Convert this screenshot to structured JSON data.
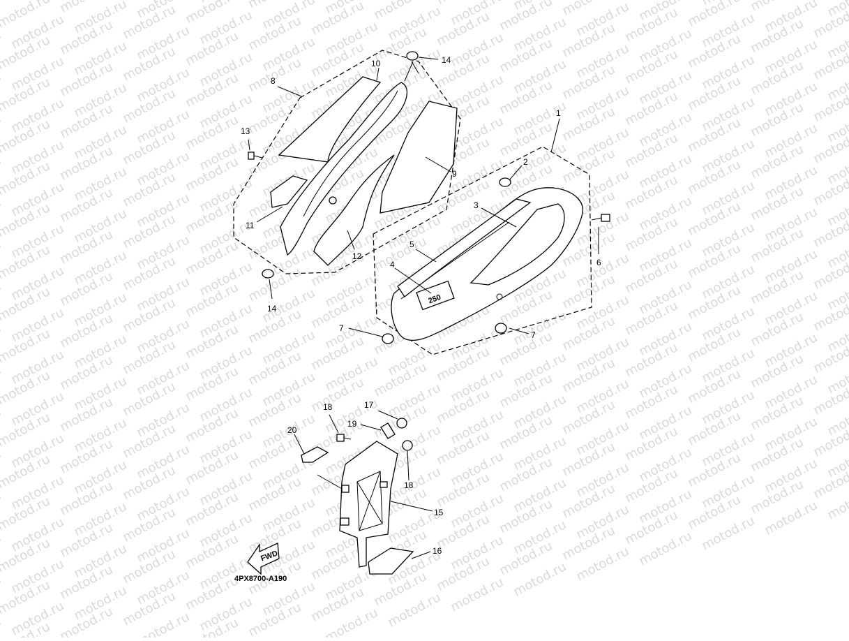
{
  "watermark": "motod.ru",
  "diagram_code": "4PX8700-A190",
  "fwd_label": "FWD",
  "emblem_text": "250",
  "callouts": {
    "c1": "1",
    "c2": "2",
    "c3": "3",
    "c4": "4",
    "c5": "5",
    "c6": "6",
    "c7a": "7",
    "c7b": "7",
    "c8": "8",
    "c9": "9",
    "c10": "10",
    "c11": "11",
    "c12": "12",
    "c13": "13",
    "c14a": "14",
    "c14b": "14",
    "c15": "15",
    "c16": "16",
    "c17": "17",
    "c18a": "18",
    "c18b": "18",
    "c19": "19",
    "c20": "20"
  }
}
